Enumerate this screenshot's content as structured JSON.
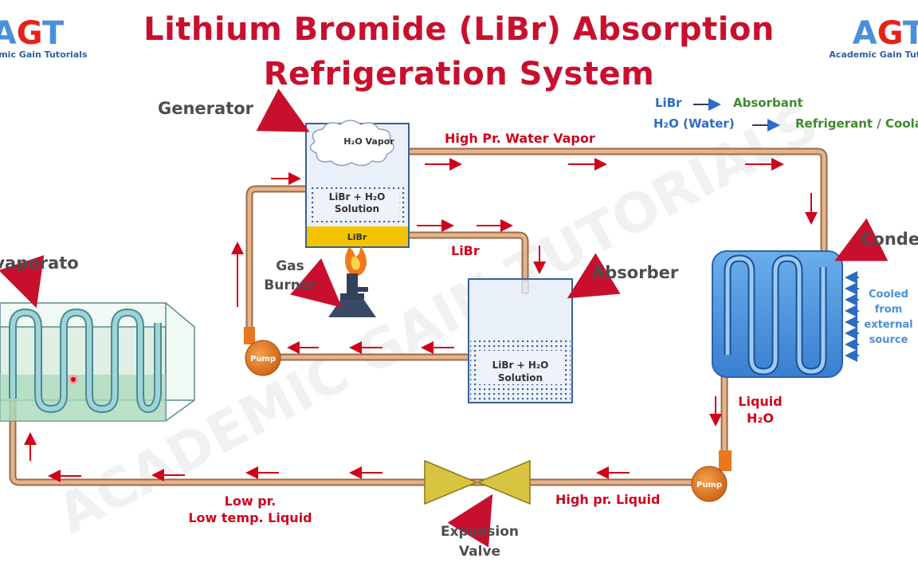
{
  "title": {
    "line1": "Lithium Bromide (LiBr) Absorption",
    "line2": "Refrigeration System"
  },
  "logo_left": {
    "letters": "AGT",
    "tagline": "Academic Gain Tutorials"
  },
  "logo_right": {
    "letters": "AGT",
    "tagline": "Academic Gain Tutorials"
  },
  "watermark": "ACADEMIC GAIN TUTORIALS",
  "legend": {
    "row1_left": "LiBr",
    "row1_right": "Absorbant",
    "row2_left": "H₂O (Water)",
    "row2_right": "Refrigerant / Coolant"
  },
  "components": {
    "generator": "Generator",
    "gas_burner_line1": "Gas",
    "gas_burner_line2": "Burner",
    "absorber": "Absorber",
    "condenser": "Condenser",
    "evaporator": "Evaporator",
    "expansion_valve_line1": "Expansion",
    "expansion_valve_line2": "Valve",
    "pump": "Pump"
  },
  "generator_contents": {
    "vapor": "H₂O Vapor",
    "solution_line1": "LiBr + H₂O",
    "solution_line2": "Solution",
    "libr": "LiBr"
  },
  "absorber_contents": {
    "solution_line1": "LiBr + H₂O",
    "solution_line2": "Solution"
  },
  "flow_labels": {
    "high_pr_vapor": "High Pr. Water Vapor",
    "libr": "LiBr",
    "liquid_line1": "Liquid",
    "liquid_line2": "H₂O",
    "high_pr_liquid": "High pr. Liquid",
    "low_pr_line1": "Low pr.",
    "low_pr_line2": "Low temp. Liquid"
  },
  "cooling_note": {
    "line1": "Cooled",
    "line2": "from",
    "line3": "external",
    "line4": "source"
  },
  "colors": {
    "title": "#c8102e",
    "pipe": "#d9a37a",
    "pipe_edge": "#9a6a45",
    "arrow": "#d0021b",
    "condenser": "#4a90e2",
    "evaporator": "#a9dcb8",
    "valve": "#d9c441",
    "pump": "#e8781e",
    "libr_bar": "#f5c400"
  }
}
